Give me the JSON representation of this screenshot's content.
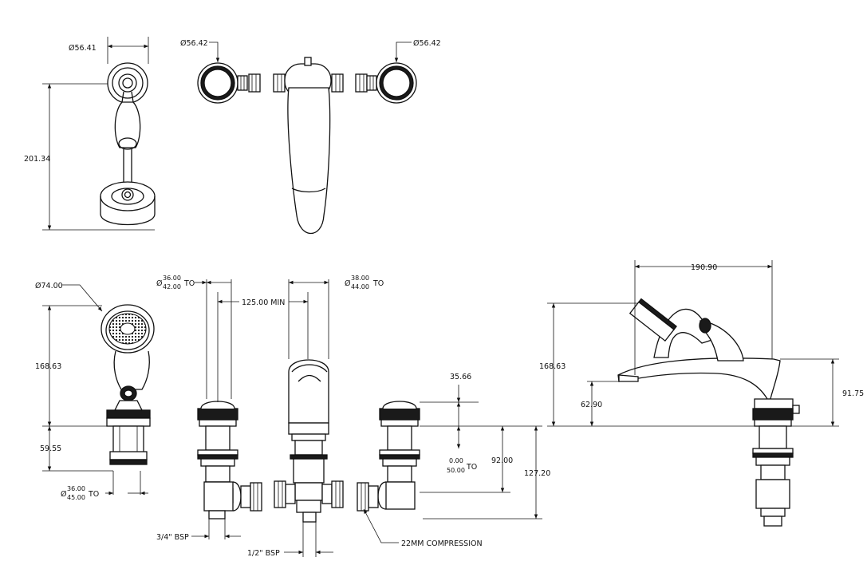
{
  "dimensions": {
    "d_handset_bracket": "Ø56.41",
    "handset_height": "201.34",
    "d_left_handle": "Ø56.42",
    "d_right_handle": "Ø56.42",
    "d_shower_head": "Ø74.00",
    "shower_height": "168.63",
    "shower_below": "59.55",
    "shower_base_prefix": "Ø",
    "shower_base_top": "36.00",
    "shower_base_bottom": "45.00",
    "shower_base_to": "TO",
    "valve_d_prefix": "Ø",
    "valve_d_top": "36.00",
    "valve_d_bottom": "42.00",
    "valve_d_to": "TO",
    "spacing_min": "125.00 MIN",
    "spout_d_prefix": "Ø",
    "spout_d_top": "38.00",
    "spout_d_bottom": "44.00",
    "spout_d_to": "TO",
    "handle_height": "35.66",
    "range_top": "0.00",
    "range_bottom": "50.00",
    "range_to": "TO",
    "valve_depth": "92.00",
    "total_depth": "127.20",
    "bsp_three_quarter": "3/4\" BSP",
    "bsp_half": "1/2\" BSP",
    "compression": "22MM COMPRESSION",
    "side_reach": "190.90",
    "side_height": "168.63",
    "side_spout_height": "62.90",
    "side_body_height": "91.75"
  }
}
